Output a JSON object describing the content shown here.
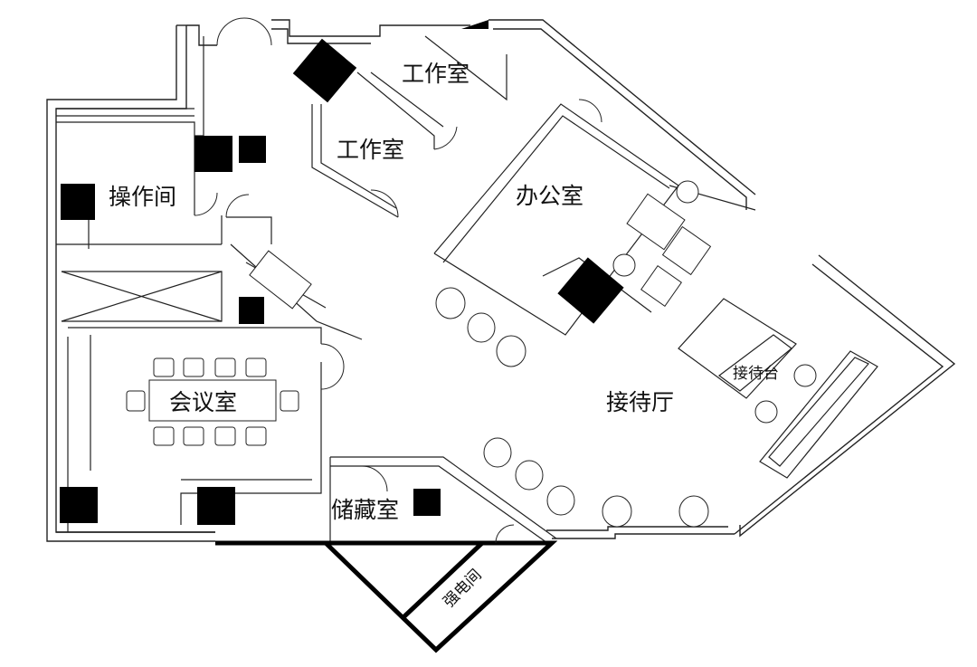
{
  "rooms": {
    "studio_1": "工作室",
    "studio_2": "工作室",
    "office": "办公室",
    "operation_room": "操作间",
    "meeting_room": "会议室",
    "reception_hall": "接待厅",
    "reception_desk": "接待台",
    "storage_room": "储藏室",
    "electrical_room": "强电间"
  },
  "colors": {
    "wall": "#111111",
    "column": "#000000",
    "background": "#ffffff"
  }
}
